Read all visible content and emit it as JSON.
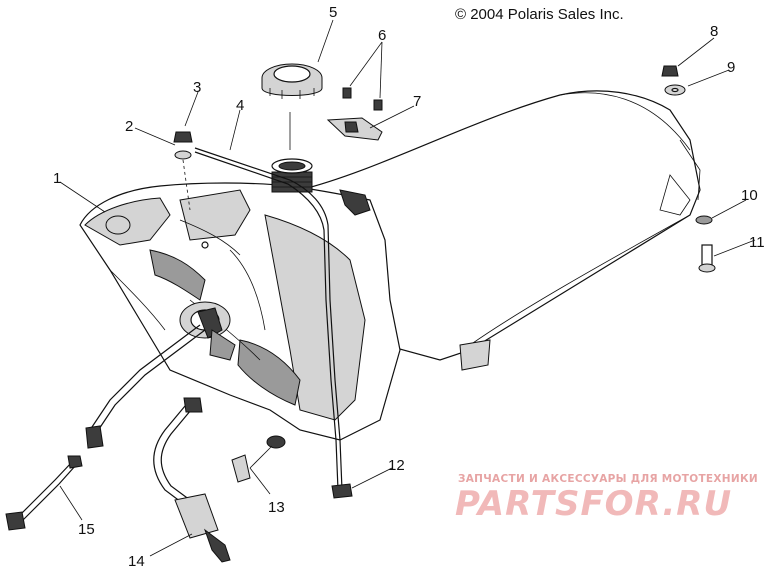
{
  "copyright": "© 2004 Polaris Sales Inc.",
  "callouts": {
    "c1": "1",
    "c2": "2",
    "c3": "3",
    "c4": "4",
    "c5": "5",
    "c6": "6",
    "c7": "7",
    "c8": "8",
    "c9": "9",
    "c10": "10",
    "c11": "11",
    "c12": "12",
    "c13": "13",
    "c14": "14",
    "c15": "15"
  },
  "watermark": {
    "subtitle": "ЗАПЧАСТИ И АКСЕССУАРЫ ДЛЯ МОТОТЕХНИКИ",
    "brand": "PARTSFOR.RU"
  }
}
